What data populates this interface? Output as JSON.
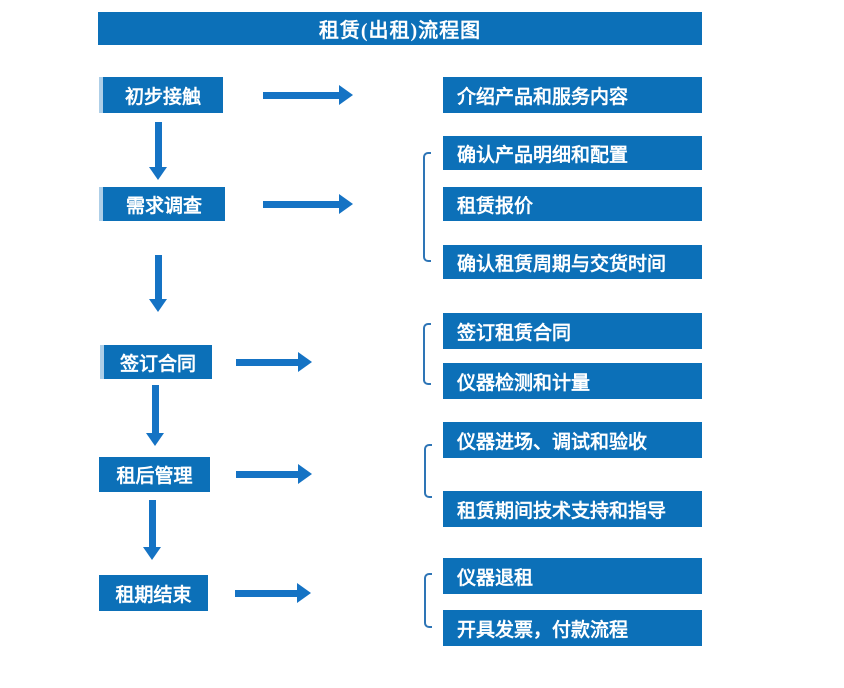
{
  "title": "租赁(出租)流程图",
  "colors": {
    "box_blue": "#0c70b8",
    "arrow_blue": "#1573c4",
    "bracket_blue": "#2e75b6",
    "edge_lightblue": "#aecfe8",
    "text": "#ffffff",
    "background": "#ffffff"
  },
  "steps": [
    {
      "label": "初步接触",
      "details": [
        "介绍产品和服务内容"
      ]
    },
    {
      "label": "需求调查",
      "details": [
        "确认产品明细和配置",
        "租赁报价",
        "确认租赁周期与交货时间"
      ]
    },
    {
      "label": "签订合同",
      "details": [
        "签订租赁合同",
        "仪器检测和计量"
      ]
    },
    {
      "label": "租后管理",
      "details": [
        "仪器进场、调试和验收",
        "租赁期间技术支持和指导"
      ]
    },
    {
      "label": "租期结束",
      "details": [
        "仪器退租",
        "开具发票，付款流程"
      ]
    }
  ]
}
